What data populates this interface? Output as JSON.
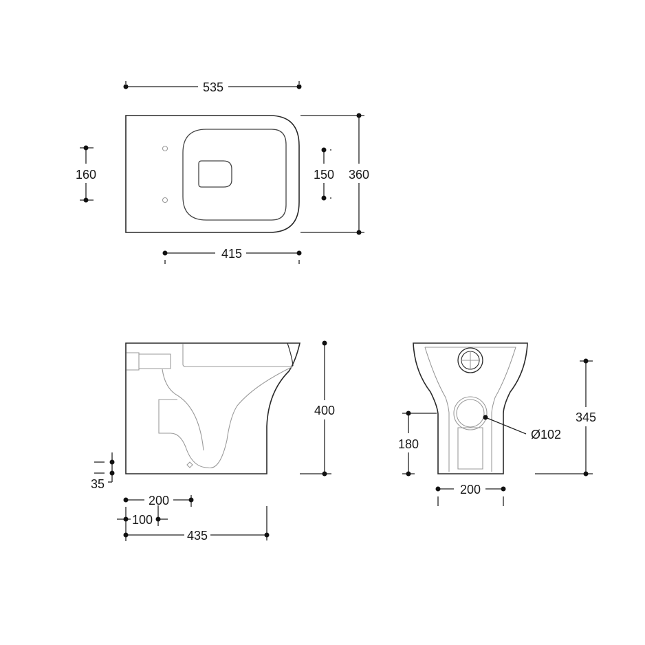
{
  "top_view": {
    "overall_length": "535",
    "overall_width": "360",
    "fixing_hole_spacing": "160",
    "inner_width": "150",
    "fixing_to_front": "415"
  },
  "side_view": {
    "height": "400",
    "floor_offset": "35",
    "outlet_center": "200",
    "fixing_offset": "100",
    "projection": "435"
  },
  "front_view": {
    "height": "345",
    "outlet_height": "180",
    "outlet_diameter": "Ø102",
    "base_width": "200"
  }
}
